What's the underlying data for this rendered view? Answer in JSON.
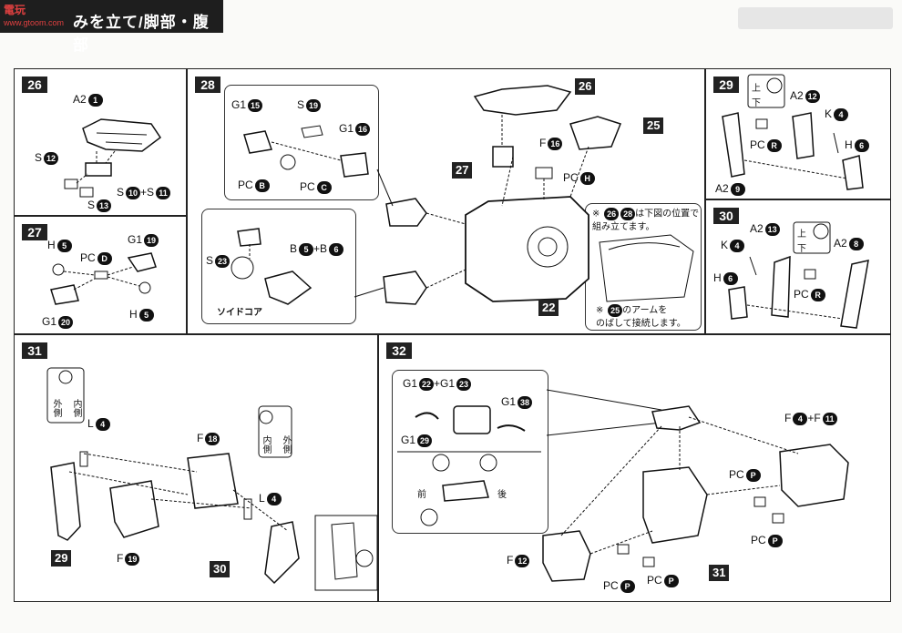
{
  "header": {
    "title": "みを立て/脚部・腹部",
    "watermark_site": "電玩",
    "watermark_url": "www.gtoom.com"
  },
  "steps": {
    "s26": {
      "num": "26",
      "labels": {
        "a2": "A2",
        "a2n": "1",
        "s1": "S",
        "s1n": "12",
        "s2": "S",
        "s2n": "13",
        "sp": "S",
        "spa": "10",
        "spb": "11",
        "plus": "+"
      }
    },
    "s27": {
      "num": "27",
      "labels": {
        "h1": "H",
        "h1n": "5",
        "pc": "PC",
        "pcn": "D",
        "g1a": "G1",
        "g1an": "19",
        "g1b": "G1",
        "g1bn": "20",
        "h2": "H",
        "h2n": "5"
      }
    },
    "s28": {
      "num": "28",
      "labels": {
        "g1a": "G1",
        "g1an": "15",
        "s": "S",
        "sn": "19",
        "g1b": "G1",
        "g1bn": "16",
        "pcb": "PC",
        "pcbn": "B",
        "pcc": "PC",
        "pccn": "C",
        "s23": "S",
        "s23n": "23",
        "b": "B",
        "ba": "5",
        "bb": "6",
        "plus": "+",
        "core": "ソイドコア",
        "f": "F",
        "fn": "16",
        "pch": "PC",
        "pchn": "H",
        "t26": "26",
        "t25": "25",
        "t27": "27",
        "t22": "22"
      },
      "note": {
        "n1a": "26",
        "n1b": "28",
        "n1text": "は下図の位置で",
        "n1text2": "組み立てます。",
        "n2a": "25",
        "n2text": "のアームを",
        "n2text2": "のばして接続します。"
      }
    },
    "s29": {
      "num": "29",
      "labels": {
        "up": "上",
        "down": "下",
        "a2a": "A2",
        "a2an": "12",
        "k": "K",
        "kn": "4",
        "pc": "PC",
        "pcn": "R",
        "h": "H",
        "hn": "6",
        "a2b": "A2",
        "a2bn": "9"
      }
    },
    "s30": {
      "num": "30",
      "labels": {
        "k": "K",
        "kn": "4",
        "a2a": "A2",
        "a2an": "13",
        "up": "上",
        "down": "下",
        "a2b": "A2",
        "a2bn": "8",
        "h": "H",
        "hn": "6",
        "pc": "PC",
        "pcn": "R"
      }
    },
    "s31": {
      "num": "31",
      "labels": {
        "outer": "外側",
        "inner": "内側",
        "l1": "L",
        "l1n": "4",
        "f18": "F",
        "f18n": "18",
        "l2": "L",
        "l2n": "4",
        "f19": "F",
        "f19n": "19",
        "t29": "29",
        "t30": "30",
        "inner2": "内側",
        "outer2": "外側"
      }
    },
    "s32": {
      "num": "32",
      "labels": {
        "g1a": "G1",
        "g1an": "22",
        "g1b": "G1",
        "g1bn": "23",
        "plus": "+",
        "g1c": "G1",
        "g1cn": "38",
        "g1d": "G1",
        "g1dn": "29",
        "front": "前",
        "back": "後",
        "f": "F",
        "fa": "4",
        "fb": "11",
        "pc1": "PC",
        "pc1n": "P",
        "pc2": "PC",
        "pc2n": "P",
        "f12": "F",
        "f12n": "12",
        "pc3": "PC",
        "pc3n": "P",
        "pc4": "PC",
        "pc4n": "P",
        "t31": "31"
      }
    }
  },
  "colors": {
    "ink": "#111111",
    "header": "#1e1e1e",
    "paper": "#fafaf8"
  }
}
